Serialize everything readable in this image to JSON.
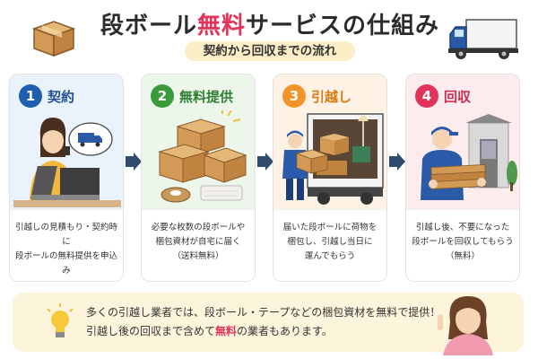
{
  "header": {
    "title_pre": "段ボール",
    "title_accent": "無料",
    "title_post": "サービスの仕組み",
    "subtitle": "契約から回収までの流れ"
  },
  "steps": [
    {
      "num": "1",
      "label": "契約",
      "desc": [
        "引越しの見積もり・契約時に",
        "段ボールの無料提供を申込み"
      ]
    },
    {
      "num": "2",
      "label": "無料提供",
      "desc": [
        "必要な枚数の段ボールや",
        "梱包資材が自宅に届く",
        "（送料無料）"
      ]
    },
    {
      "num": "3",
      "label": "引越し",
      "desc": [
        "届いた段ボールに荷物を",
        "梱包し、引越し当日に",
        "運んでもらう"
      ]
    },
    {
      "num": "4",
      "label": "回収",
      "desc": [
        "引越し後、不要になった",
        "段ボールを回収してもらう",
        "（無料）"
      ]
    }
  ],
  "note": {
    "line1": "多くの引越し業者では、段ボール・テープなどの梱包資材を無料で提供！",
    "line2_pre": "引越し後の回収まで含めて",
    "line2_accent": "無料",
    "line2_post": "の業者もあります。"
  },
  "colors": {
    "accent": "#e0345a",
    "step1": "#1f5fb0",
    "step2": "#3a9a3c",
    "step3": "#f0942a",
    "step4": "#e0345a",
    "arrow": "#2f4b6e"
  },
  "icons": [
    "cardboard-box-icon",
    "delivery-truck-icon",
    "lightbulb-icon",
    "arrow-right-icon"
  ]
}
